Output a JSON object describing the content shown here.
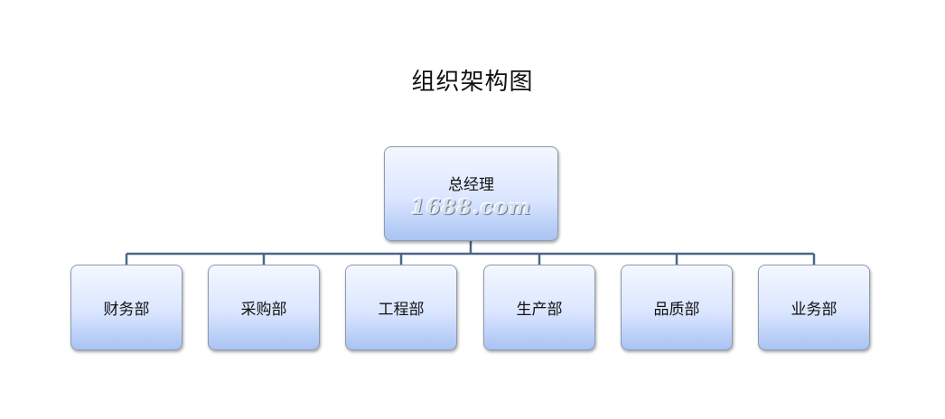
{
  "title": "组织架构图",
  "root": {
    "label": "总经理",
    "watermark": "1688.com"
  },
  "departments": [
    {
      "label": "财务部"
    },
    {
      "label": "采购部"
    },
    {
      "label": "工程部"
    },
    {
      "label": "生产部"
    },
    {
      "label": "品质部"
    },
    {
      "label": "业务部"
    }
  ],
  "colors": {
    "connector": "#4a6789",
    "node_border": "#8e9aae",
    "node_gradient_top": "#f4f7ff",
    "node_gradient_bottom": "#a9c3f3"
  }
}
